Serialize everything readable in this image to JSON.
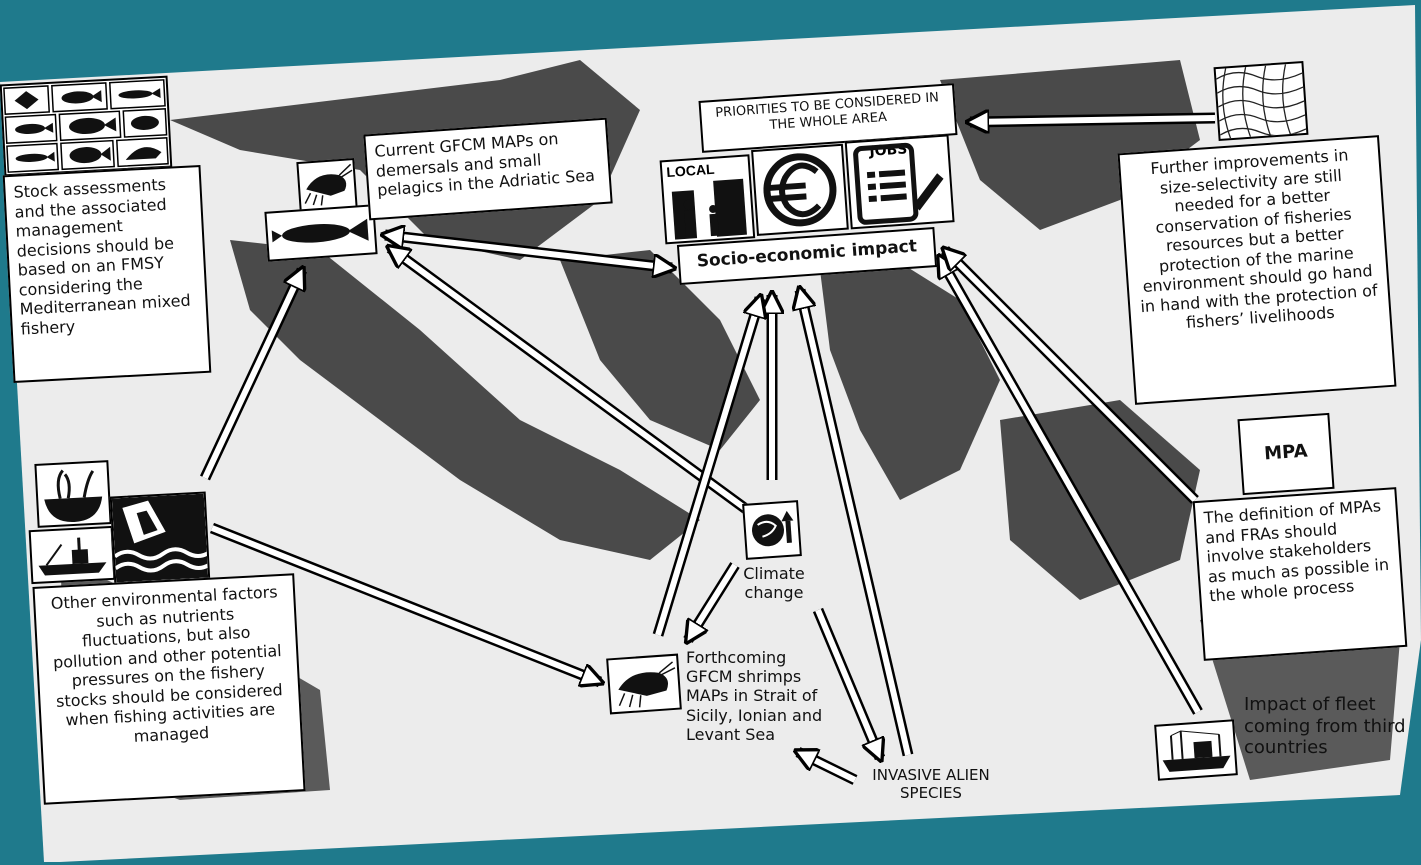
{
  "colors": {
    "background": "#1f7a8c",
    "land": "#4a4a4a",
    "sea": "#ececec",
    "box_border": "#000000"
  },
  "priorities": {
    "title": "PRIORITIES TO BE CONSIDERED IN THE WHOLE AREA",
    "icons": {
      "local": "LOCAL",
      "euro": "euro-icon",
      "jobs": "JOBS"
    },
    "impact_label": "Socio-economic impact"
  },
  "stock_text": "Stock assessments and the associated management decisions should be based on an FMSY considering the Mediterranean mixed fishery",
  "adriatic_text": "Current GFCM MAPs on demersals and small pelagics in the Adriatic Sea",
  "selectivity_text": "Further improvements in size-selectivity are still needed for a better conservation of fisheries resources but a better protection of the marine environment should go hand in hand with the protection of fishers’ livelihoods",
  "mpa_label": "MPA",
  "mpa_text": "The definition of MPAs and FRAs should involve stakeholders as much as possible in the whole process",
  "env_text": "Other environmental factors such as nutrients fluctuations, but also pollution and other potential pressures on the fishery stocks should be considered when fishing activities are managed",
  "climate_label": "Climate change",
  "shrimp_text": "Forthcoming GFCM shrimps MAPs in Strait of Sicily, Ionian and Levant Sea",
  "invasive_label": "INVASIVE ALIEN SPECIES",
  "fleet_text": "Impact of fleet coming from third countries"
}
